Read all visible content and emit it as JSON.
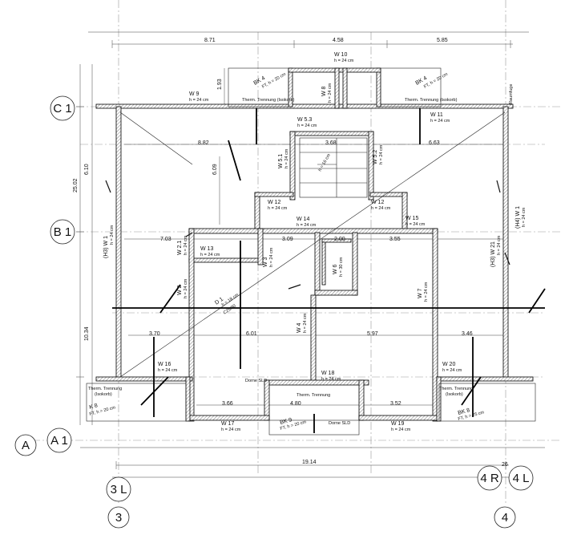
{
  "grid_labels": {
    "c1": "C 1",
    "b1": "B 1",
    "a1": "A 1",
    "a": "A",
    "l3": "3 L",
    "n3": "3",
    "r4": "4 R",
    "l4": "4 L",
    "n4": "4"
  },
  "dimensions": {
    "top": [
      "8.71",
      "4.58",
      "5.85"
    ],
    "left": [
      "25.02",
      "6.10",
      "10.34"
    ],
    "bottom": [
      "19.14",
      "26"
    ],
    "inner": [
      "1.93",
      "8.82",
      "6.63",
      "6.09",
      "3.68",
      "7.03",
      "3.09",
      "2.00",
      "3.55",
      "3.70",
      "6.01",
      "5.97",
      "3.46",
      "3.66",
      "4.80",
      "3.52"
    ]
  },
  "walls": {
    "w10": "W 10",
    "w9": "W 9",
    "w8": "W 8",
    "w11": "W 11",
    "w53": "W 5.3",
    "w51": "W 5.1",
    "w52": "W 5.2",
    "w12a": "W 12",
    "w12b": "W 12",
    "w14": "W 14",
    "w15": "W 15",
    "w13": "W 13",
    "w3": "W 3",
    "w6": "W 6",
    "w21": "W 2.1",
    "w2": "W 2",
    "w7": "W 7",
    "w4": "W 4",
    "w1": "(H3) W 1",
    "w21r": "(H3) W 21",
    "w1top": "(H4) W 1",
    "w16": "W 16",
    "w18": "W 18",
    "w20": "W 20",
    "w17": "W 17",
    "w19": "W 19"
  },
  "heights": {
    "h24": "h = 24 cm",
    "h30": "h = 30 cm"
  },
  "balconies": {
    "bk4": "BK 4",
    "ft20": "FT, h = 20 cm",
    "bk8": "BK 8",
    "ft25": "FT, h = 25 cm",
    "k8": "K 8",
    "ft20b": "FT, h = 20 cm",
    "bk9": "BK 9"
  },
  "notes": {
    "therm_iso": "Therm. Trennung (Isokorb)",
    "therm": "Therm. Trennung",
    "therm_l1": "Therm. Trennung",
    "therm_l2": "(Isokorb)",
    "dorne": "Dorne SLD",
    "raumfuge": "Raumfuge",
    "d1": "D 1",
    "d1h": "h = 18 cm",
    "d1c": "C25/30",
    "stair": "h = 16 cm"
  }
}
